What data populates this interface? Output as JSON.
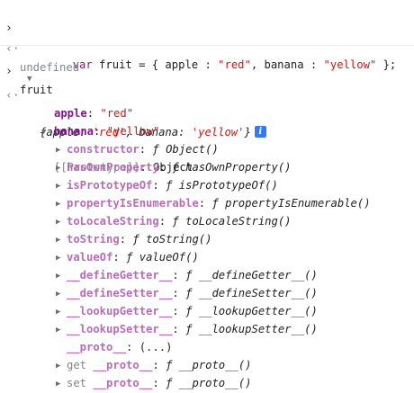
{
  "input1": {
    "keyword": "var",
    "name": " fruit = { apple : ",
    "apple_val": "\"red\"",
    "mid": ", banana : ",
    "banana_val": "\"yellow\"",
    "end": " };"
  },
  "result1": "undefined",
  "input2": "fruit",
  "object_summary": {
    "open": "{apple: ",
    "apple": "'red'",
    "sep": ", banana: ",
    "banana": "'yellow'",
    "close": "}",
    "info": "i"
  },
  "properties": [
    {
      "key": "apple",
      "value": "\"red\""
    },
    {
      "key": "banana",
      "value": "\"yellow\""
    }
  ],
  "prototype": {
    "label": "[[Prototype]]",
    "value": ": Object"
  },
  "proto_members": [
    {
      "key": "constructor",
      "fn": "Object()"
    },
    {
      "key": "hasOwnProperty",
      "fn": "hasOwnProperty()"
    },
    {
      "key": "isPrototypeOf",
      "fn": "isPrototypeOf()"
    },
    {
      "key": "propertyIsEnumerable",
      "fn": "propertyIsEnumerable()"
    },
    {
      "key": "toLocaleString",
      "fn": "toLocaleString()"
    },
    {
      "key": "toString",
      "fn": "toString()"
    },
    {
      "key": "valueOf",
      "fn": "valueOf()"
    },
    {
      "key": "__defineGetter__",
      "fn": "__defineGetter__()"
    },
    {
      "key": "__defineSetter__",
      "fn": "__defineSetter__()"
    },
    {
      "key": "__lookupGetter__",
      "fn": "__lookupGetter__()"
    },
    {
      "key": "__lookupSetter__",
      "fn": "__lookupSetter__()"
    }
  ],
  "proto_accessor": {
    "key": "__proto__",
    "value": ": (...)"
  },
  "getter": {
    "prefix": "get ",
    "key": "__proto__",
    "fn": "__proto__()"
  },
  "setter": {
    "prefix": "set ",
    "key": "__proto__",
    "fn": "__proto__()"
  },
  "f_symbol": "ƒ",
  "colors": {
    "keyword": "#881391",
    "string": "#c41a16",
    "info_badge": "#3478f6",
    "dim": "#80868b"
  }
}
